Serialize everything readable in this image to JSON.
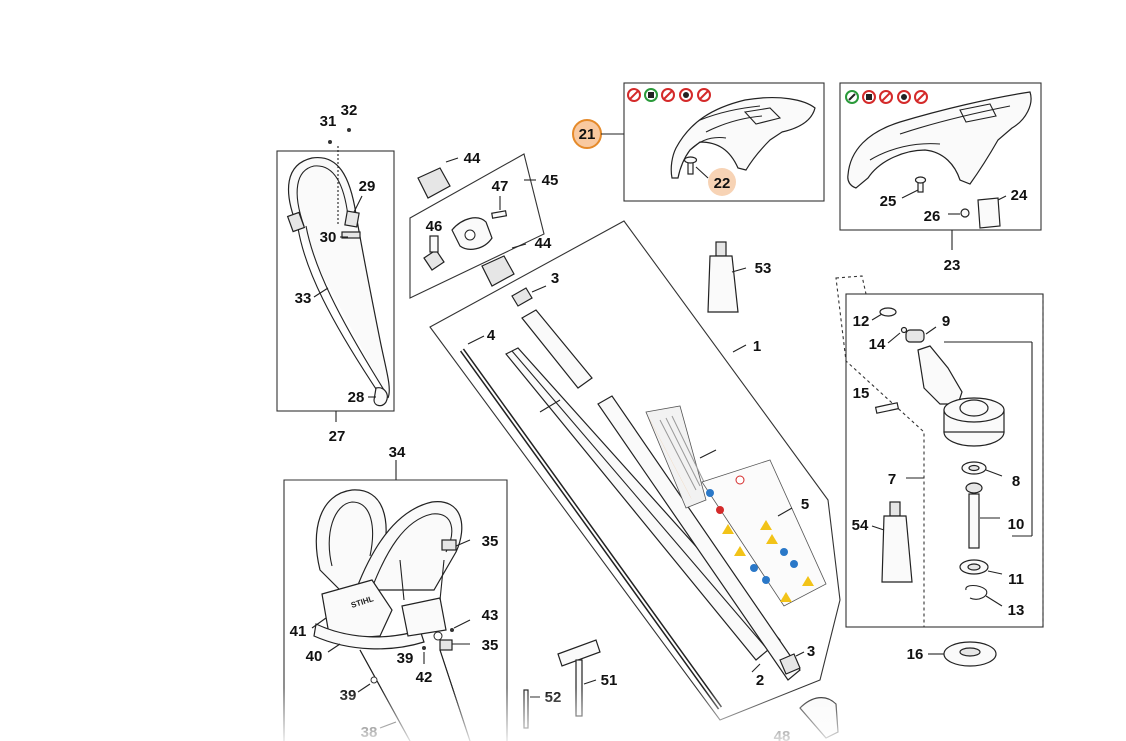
{
  "callouts": {
    "c1": "1",
    "c2": "2",
    "c3a": "3",
    "c3b": "3",
    "c4": "4",
    "c5": "5",
    "c7": "7",
    "c8": "8",
    "c9": "9",
    "c10": "10",
    "c11": "11",
    "c12": "12",
    "c13": "13",
    "c14": "14",
    "c15": "15",
    "c16": "16",
    "c21": "21",
    "c22": "22",
    "c23": "23",
    "c24": "24",
    "c25": "25",
    "c26": "26",
    "c27": "27",
    "c28": "28",
    "c29": "29",
    "c30": "30",
    "c31": "31",
    "c32": "32",
    "c33": "33",
    "c34": "34",
    "c35a": "35",
    "c35b": "35",
    "c38": "38",
    "c39a": "39",
    "c39b": "39",
    "c40": "40",
    "c41": "41",
    "c42": "42",
    "c43": "43",
    "c44a": "44",
    "c44b": "44",
    "c45": "45",
    "c46": "46",
    "c47": "47",
    "c48": "48",
    "c51": "51",
    "c52": "52",
    "c53": "53",
    "c54": "54"
  },
  "harness_logo": "STIHL",
  "colors": {
    "highlight_stroke": "#e58a2a",
    "highlight_fill": "#f9c9a0",
    "highlight_fill_light": "#f7d3b5",
    "decal_orange": "#e8801e",
    "warning_yellow": "#f2c318",
    "info_blue": "#2a78c8",
    "prohibit_red": "#d42a2a",
    "ok_green": "#2a9a3a"
  },
  "icons": [
    "prohibit-icon",
    "ok-icon",
    "warning-icon",
    "info-icon"
  ]
}
